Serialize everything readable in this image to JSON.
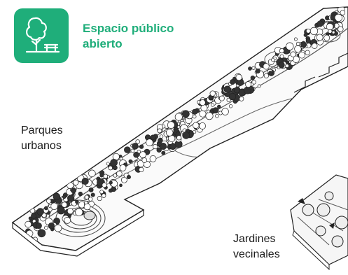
{
  "header": {
    "icon": "park-tree-bench-icon",
    "title_line1": "Espacio público",
    "title_line2": "abierto",
    "accent_color": "#1fae7a"
  },
  "labels": {
    "parques_line1": "Parques",
    "parques_line2": "urbanos",
    "jardines_line1": "Jardines",
    "jardines_line2": "vecinales"
  }
}
